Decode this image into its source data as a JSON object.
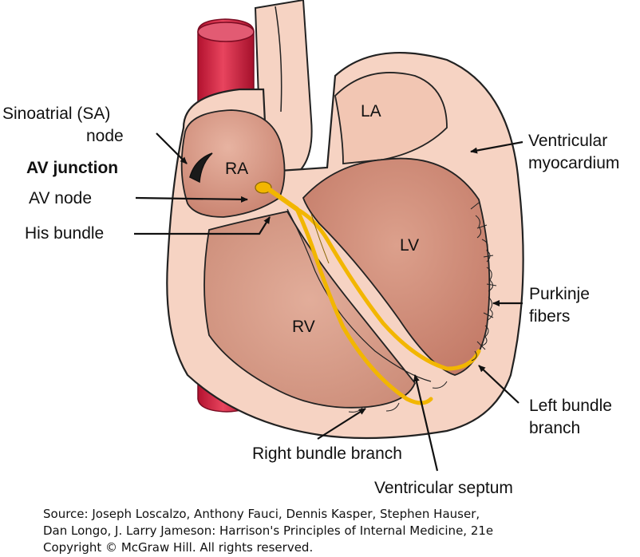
{
  "labels": {
    "sa_node_line1": "Sinoatrial (SA)",
    "sa_node_line2": "node",
    "av_junction": "AV junction",
    "av_node": "AV node",
    "his_bundle": "His bundle",
    "ra": "RA",
    "la": "LA",
    "lv": "LV",
    "rv": "RV",
    "ventricular_myocardium_line1": "Ventricular",
    "ventricular_myocardium_line2": "myocardium",
    "purkinje_line1": "Purkinje",
    "purkinje_line2": "fibers",
    "left_bundle_line1": "Left bundle",
    "left_bundle_line2": "branch",
    "right_bundle_branch": "Right bundle branch",
    "ventricular_septum": "Ventricular septum"
  },
  "source": {
    "line1": "Source: Joseph Loscalzo, Anthony Fauci, Dennis Kasper, Stephen Hauser,",
    "line2": "Dan Longo, J. Larry Jameson: Harrison's Principles of Internal Medicine, 21e",
    "line3": "Copyright © McGraw Hill. All rights reserved."
  },
  "colors": {
    "vessel_red": "#d21f45",
    "heart_pink": "#f6d3c3",
    "chamber_rose": "#d99a85",
    "conduction_yellow": "#f2b600",
    "outline": "#222222"
  }
}
